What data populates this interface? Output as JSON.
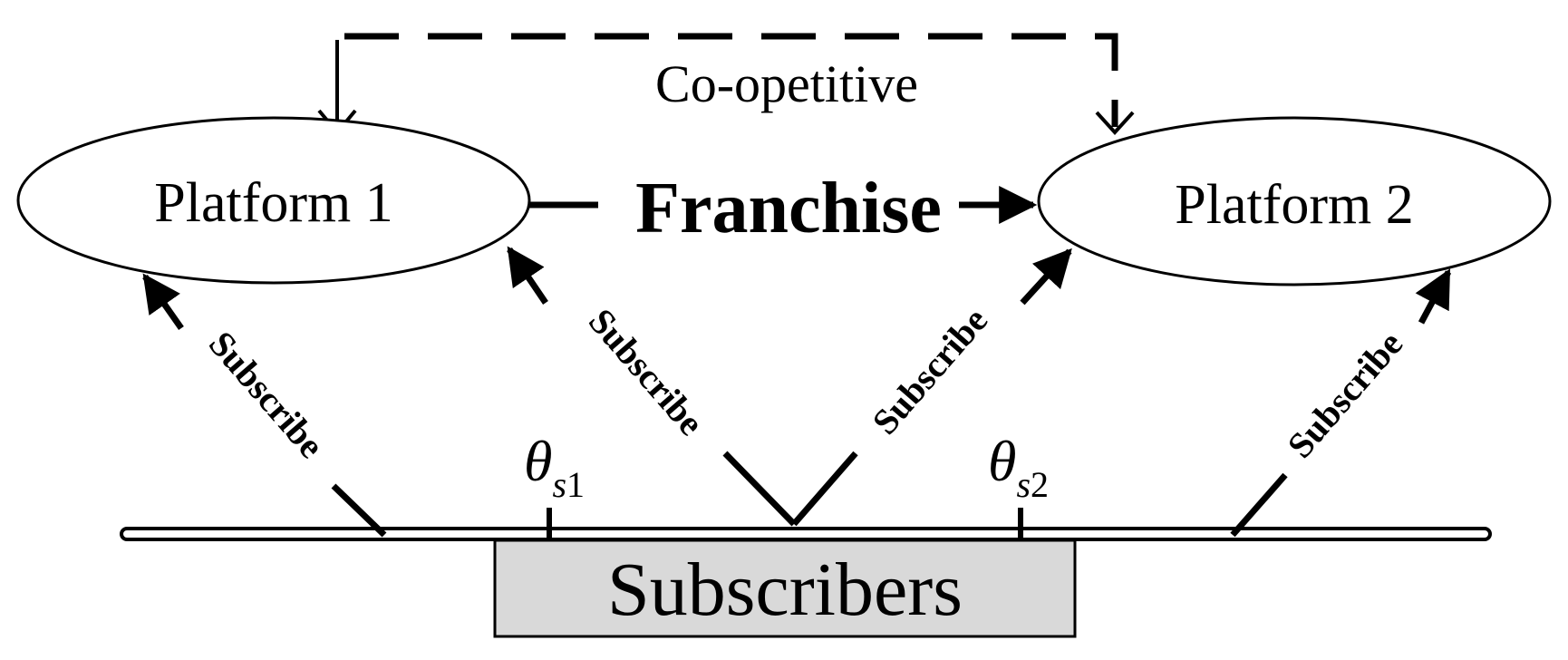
{
  "diagram": {
    "platform1": {
      "label": "Platform 1"
    },
    "platform2": {
      "label": "Platform 2"
    },
    "franchise": {
      "label": "Franchise"
    },
    "coopetitive": {
      "label": "Co-opetitive"
    },
    "subscribe_label": "Subscribe",
    "thresholds": [
      {
        "symbol": "θ",
        "sub_letter": "s",
        "sub_index": "1"
      },
      {
        "symbol": "θ",
        "sub_letter": "s",
        "sub_index": "2"
      }
    ],
    "subscribers": {
      "label": "Subscribers"
    },
    "colors": {
      "stroke": "#000000",
      "box_fill": "#d9d9d9",
      "background": "#ffffff"
    }
  }
}
